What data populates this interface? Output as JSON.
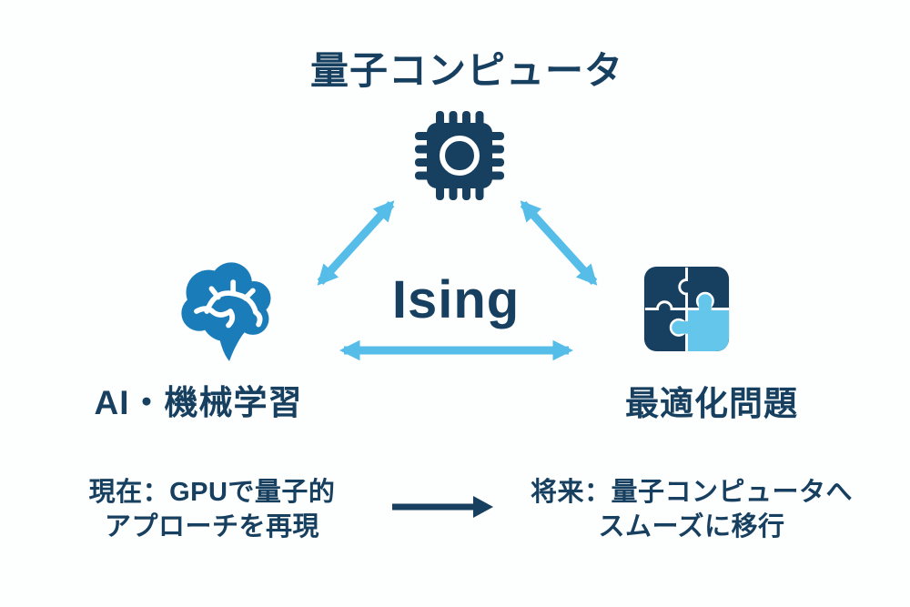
{
  "colors": {
    "navy": "#173F5F",
    "arrow_light_blue": "#55BDE8",
    "brain_blue": "#1B7CBA",
    "puzzle_light_blue": "#63C6EA",
    "background": "#FDFEFE"
  },
  "diagram": {
    "top_node": {
      "label": "量子コンピュータ",
      "icon": "chip-icon"
    },
    "left_node": {
      "label": "AI・機械学習",
      "icon": "brain-icon"
    },
    "right_node": {
      "label": "最適化問題",
      "icon": "puzzle-icon"
    },
    "center_label": "Ising",
    "connections": [
      "left_node <-> top_node",
      "top_node <-> right_node",
      "left_node <-> right_node"
    ]
  },
  "footer": {
    "current_line1": "現在：GPUで量子的",
    "current_line2": "アプローチを再現",
    "future_line1": "将来：量子コンピュータへ",
    "future_line2": "スムーズに移行",
    "transition_icon": "right-arrow-icon"
  }
}
